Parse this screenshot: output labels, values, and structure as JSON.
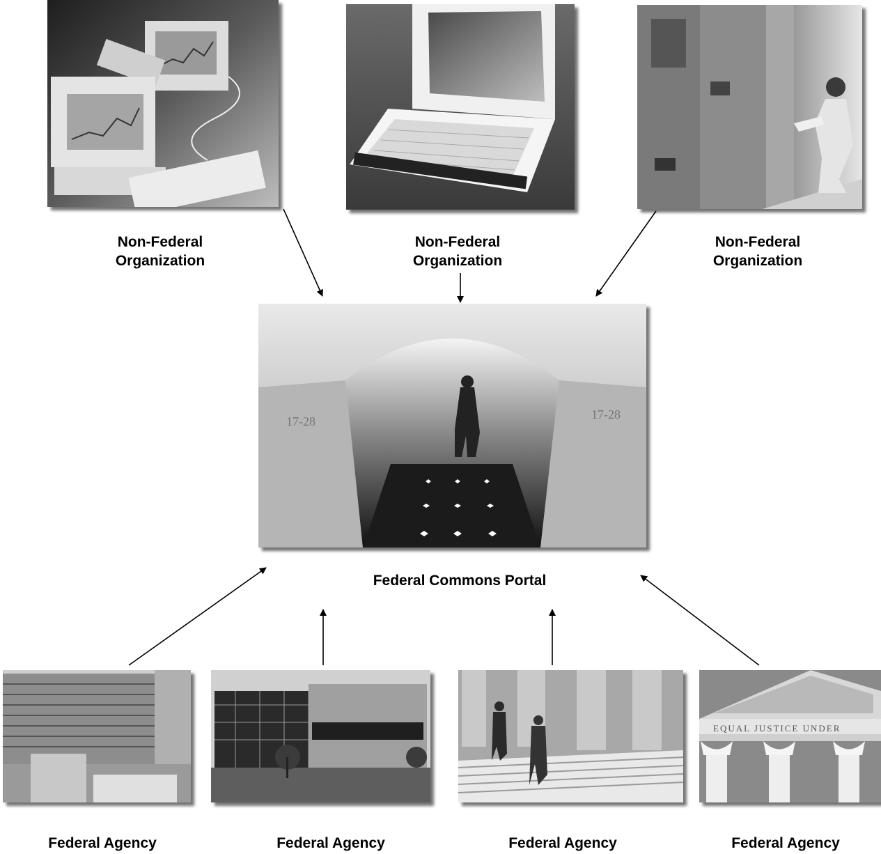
{
  "top_nodes": [
    {
      "id": "computers",
      "label_line1": "Non-Federal",
      "label_line2": "Organization",
      "photo_icon": "desktop-computers-photo-icon"
    },
    {
      "id": "laptop",
      "label_line1": "Non-Federal",
      "label_line2": "Organization",
      "photo_icon": "laptop-photo-icon"
    },
    {
      "id": "server",
      "label_line1": "Non-Federal",
      "label_line2": "Organization",
      "photo_icon": "server-room-photo-icon"
    }
  ],
  "center_node": {
    "label": "Federal Commons Portal",
    "photo_icon": "marble-hallway-photo-icon",
    "arch_number": "17-28"
  },
  "bottom_nodes": [
    {
      "id": "hospital",
      "label": "Federal Agency",
      "photo_icon": "office-tower-photo-icon"
    },
    {
      "id": "glass",
      "label": "Federal Agency",
      "photo_icon": "glass-building-photo-icon"
    },
    {
      "id": "columns",
      "label": "Federal Agency",
      "photo_icon": "columns-steps-photo-icon"
    },
    {
      "id": "pediment",
      "label": "Federal Agency",
      "photo_icon": "courthouse-pediment-photo-icon",
      "inscription": "EQUAL JUSTICE UNDER"
    }
  ],
  "edges": [
    {
      "from": "computers",
      "to": "portal"
    },
    {
      "from": "laptop",
      "to": "portal"
    },
    {
      "from": "server",
      "to": "portal"
    },
    {
      "from": "hospital",
      "to": "portal"
    },
    {
      "from": "glass",
      "to": "portal"
    },
    {
      "from": "columns",
      "to": "portal"
    },
    {
      "from": "pediment",
      "to": "portal"
    }
  ],
  "colors": {
    "arrow": "#000000",
    "text": "#000000",
    "photo_dark": "#2a2a2a",
    "photo_light": "#e8e8e8"
  }
}
